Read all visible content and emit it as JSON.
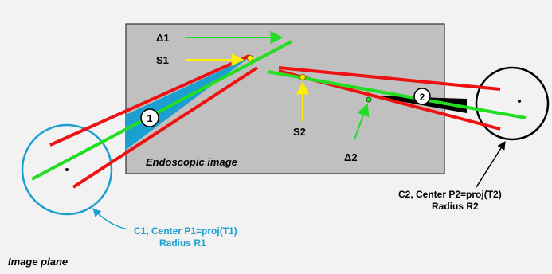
{
  "colors": {
    "background": "#f2f2f2",
    "image_fill": "#c0c0c0",
    "cone_red": "#ee1111",
    "axis_green": "#22dd22",
    "marker_yellow": "#ffee00",
    "circle1": "#1a9fd0",
    "circle2": "#000000",
    "label1_text": "#1a9fd0",
    "cone1_fill": "#1a9fd0",
    "cone2_fill": "#000000"
  },
  "labels": {
    "delta1": "Δ1",
    "s1": "S1",
    "s2": "S2",
    "delta2": "Δ2",
    "marker1": "1",
    "marker2": "2",
    "endoscopic_image": "Endoscopic image",
    "c1_line1": "C1, Center P1=proj(T1)",
    "c1_line2": "Radius R1",
    "c2_line1": "C2, Center P2=proj(T2)",
    "c2_line2": "Radius R2",
    "image_plane": "Image plane"
  }
}
